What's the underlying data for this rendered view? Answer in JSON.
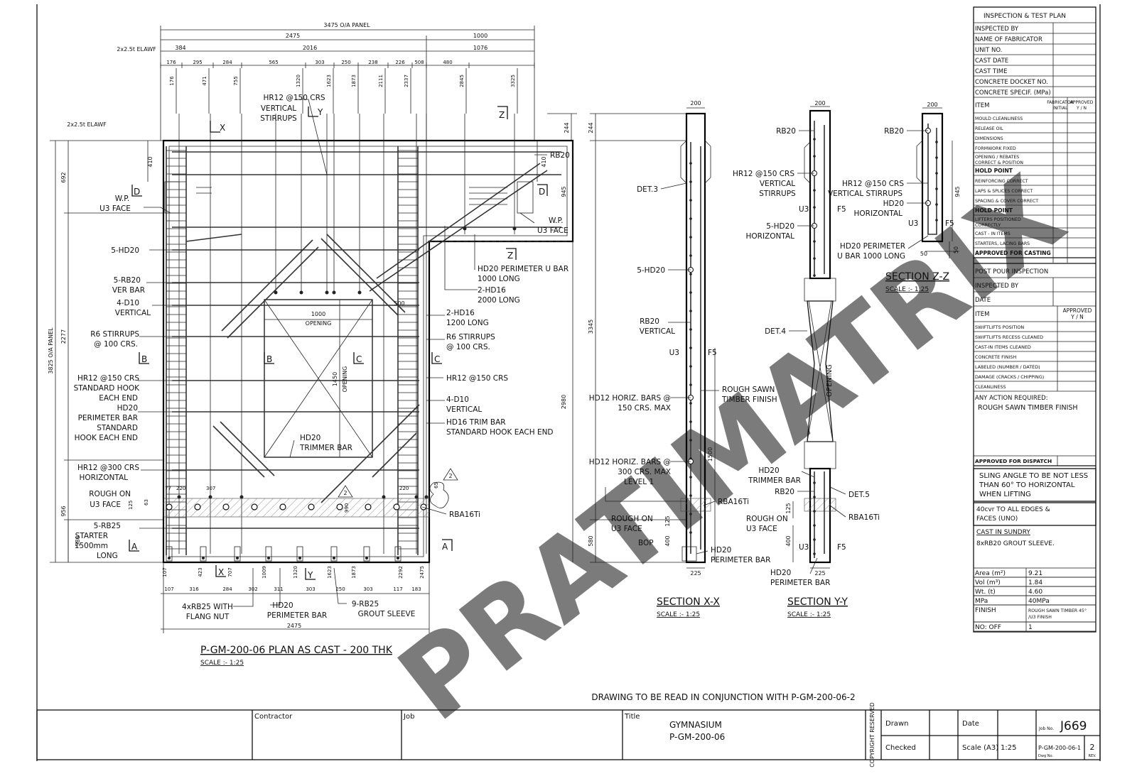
{
  "watermark": "PRATIMATRIX",
  "plan": {
    "title": "P-GM-200-06 PLAN AS CAST - 200 THK",
    "scale": "SCALE :- 1:25",
    "dims_top": {
      "overall": "3475 O/A PANEL",
      "d2475": "2475",
      "d1000": "1000",
      "elawf": "2x2.5t ELAWF",
      "d384": "384",
      "d2016": "2016",
      "d1076": "1076",
      "row": [
        "176",
        "295",
        "284",
        "565",
        "303",
        "250",
        "238",
        "226",
        "508",
        "480"
      ],
      "vert": [
        "176",
        "471",
        "755",
        "1320",
        "1623",
        "1873",
        "2111",
        "2337",
        "2845",
        "3325"
      ]
    },
    "dims_left": {
      "elawf": "2x2.5t ELAWF",
      "d692": "692",
      "d2277": "2277",
      "overall": "3825 O/A PANEL",
      "d956": "956",
      "d580": "580",
      "d410": "410"
    },
    "dims_right": {
      "d244": "244",
      "d410": "410",
      "d945": "945",
      "d2980": "2980"
    },
    "dims_bottom": {
      "vert": [
        "107",
        "423",
        "707",
        "1009",
        "1320",
        "1623",
        "1873",
        "2292",
        "2475"
      ],
      "row": [
        "107",
        "316",
        "284",
        "302",
        "311",
        "303",
        "250",
        "303",
        "117",
        "183"
      ],
      "d2475": "2475"
    },
    "opening": {
      "width": "1000",
      "label": "OPENING",
      "height": "1450",
      "vlabel": "OPENING",
      "d500": "500"
    },
    "labels_left": [
      "HR12 @150 CRS",
      "VERTICAL",
      "STIRRUPS",
      "W.P.",
      "U3 FACE",
      "5-HD20",
      "5-RB20",
      "VER BAR",
      "4-D10",
      "VERTICAL",
      "R6 STIRRUPS",
      "@ 100 CRS.",
      "HR12 @150 CRS",
      "STANDARD HOOK",
      "EACH END",
      "HD20",
      "PERIMETER BAR",
      "STANDARD",
      "HOOK EACH END",
      "HR12 @300 CRS",
      "HORIZONTAL",
      "ROUGH ON",
      "U3 FACE",
      "5-RB25",
      "STARTER",
      "1500mm",
      "LONG"
    ],
    "labels_right": [
      "RB20",
      "W.P.",
      "U3 FACE",
      "HD20 PERIMETER U BAR",
      "1000 LONG",
      "2-HD16",
      "2000 LONG",
      "2-HD16",
      "1200 LONG",
      "R6 STIRRUPS",
      "@ 100 CRS.",
      "HR12 @150 CRS",
      "4-D10",
      "VERTICAL",
      "HD16 TRIM BAR",
      "STANDARD HOOK EACH END",
      "RBA16Ti"
    ],
    "labels_inner": [
      "HD20",
      "TRIMMER BAR"
    ],
    "labels_bottom": [
      "4xRB25 WITH",
      "FLANG NUT",
      "HD20",
      "PERIMETER BAR",
      "9-RB25",
      "GROUT SLEEVE"
    ],
    "section_marks": {
      "X": "X",
      "Y": "Y",
      "Z": "Z",
      "D": "D",
      "B": "B",
      "C": "C",
      "A": "A"
    },
    "rev_tag": "2",
    "misc_dims": [
      "77",
      "220",
      "307",
      "125",
      "63",
      "220",
      "65",
      "990"
    ]
  },
  "sec_xx": {
    "title": "SECTION X-X",
    "scale": "SCALE :- 1:25",
    "labels": [
      "DET.3",
      "5-HD20",
      "RB20",
      "VERTICAL",
      "U3",
      "F5",
      "ROUGH SAWN",
      "TIMBER FINISH",
      "HD12 HORIZ. BARS @",
      "150 CRS. MAX",
      "HD12 HORIZ. BARS @",
      "300 CRS. MAX",
      "LEVEL 1",
      "RBA16Ti",
      "ROUGH ON",
      "U3 FACE",
      "BOP",
      "HD20",
      "PERIMETER BAR"
    ],
    "dims": [
      "200",
      "244",
      "3345",
      "580",
      "1500",
      "125",
      "400",
      "225"
    ]
  },
  "sec_yy": {
    "title": "SECTION Y-Y",
    "scale": "SCALE :- 1:25",
    "labels": [
      "RB20",
      "HR12 @150 CRS",
      "VERTICAL",
      "STIRRUPS",
      "U3",
      "F5",
      "5-HD20",
      "HORIZONTAL",
      "DET.4",
      "OPENING",
      "HD20",
      "TRIMMER BAR",
      "RB20",
      "DET.5",
      "RBA16Ti",
      "ROUGH ON",
      "U3 FACE",
      "U3",
      "F5",
      "HD20",
      "PERIMETER BAR"
    ],
    "dims": [
      "200",
      "125",
      "400",
      "225"
    ]
  },
  "sec_zz": {
    "title": "SECTION Z-Z",
    "scale": "SCALE :- 1:25",
    "labels": [
      "RB20",
      "HR12 @150 CRS",
      "VERTICAL STIRRUPS",
      "HD20",
      "HORIZONTAL",
      "U3",
      "F5",
      "HD20 PERIMETER",
      "U BAR 1000 LONG"
    ],
    "dims": [
      "200",
      "945",
      "50",
      "50"
    ]
  },
  "itp": {
    "title": "INSPECTION & TEST PLAN",
    "header_rows": [
      "INSPECTED BY",
      "NAME OF FABRICATOR",
      "UNIT NO.",
      "CAST DATE",
      "CAST TIME",
      "CONCRETE DOCKET NO.",
      "CONCRETE SPECIF. (MPa)"
    ],
    "item_label": "ITEM",
    "fab_label": "FABRICATOR INITIAL",
    "appr_label": "APPROVED Y / N",
    "items": [
      {
        "t": "MOULD CLEANLINESS",
        "b": false
      },
      {
        "t": "RELEASE OIL",
        "b": false
      },
      {
        "t": "DIMENSIONS",
        "b": false
      },
      {
        "t": "FORMWORK FIXED",
        "b": false
      },
      {
        "t": "OPENING / REBATES CORRECT & POSITION",
        "b": false
      },
      {
        "t": "HOLD POINT",
        "b": true
      },
      {
        "t": "REINFORCING CORRECT",
        "b": false
      },
      {
        "t": "LAPS & SPLICES CORRECT",
        "b": false
      },
      {
        "t": "SPACING & COVER CORRECT",
        "b": false
      },
      {
        "t": "HOLD POINT",
        "b": true
      },
      {
        "t": "LIFTERS POSITIONED CORRECTLY",
        "b": false
      },
      {
        "t": "CAST - IN ITEMS",
        "b": false
      },
      {
        "t": "STARTERS, LACING BARS",
        "b": false
      },
      {
        "t": "APPROVED FOR CASTING",
        "b": true
      }
    ],
    "post_title": "POST POUR INSPECTION",
    "post_rows": [
      "INSPECTED BY",
      "DATE"
    ],
    "post_item_label": "ITEM",
    "post_appr_label": "APPROVED Y / N",
    "post_items": [
      "SWIFTLIFTS POSITION",
      "SWIFTLIFTS RECESS CLEANED",
      "CAST-IN ITEMS CLEANED",
      "CONCRETE FINISH",
      "LABELED (NUMBER / DATED)",
      "DAMAGE (CRACKS / CHIPPING)",
      "CLEANLINESS"
    ],
    "action_label": "ANY ACTION REQUIRED:",
    "action_value": "ROUGH SAWN TIMBER FINISH",
    "dispatch": "APPROVED FOR DISPATCH"
  },
  "notes": {
    "sling": [
      "SLING ANGLE TO BE NOT LESS",
      "THAN 60° TO HORIZONTAL",
      "WHEN LIFTING"
    ],
    "cover": [
      "40cvr TO ALL EDGES &",
      "FACES (UNO)"
    ],
    "sundry_title": "CAST IN SUNDRY",
    "sundry": "8xRB20 GROUT SLEEVE."
  },
  "props": [
    {
      "k": "Area (m²)",
      "v": "9.21"
    },
    {
      "k": "Vol (m³)",
      "v": "1.84"
    },
    {
      "k": "Wt. (t)",
      "v": "4.60"
    },
    {
      "k": "MPa",
      "v": "40MPa"
    },
    {
      "k": "FINISH",
      "v": "ROUGH SAWN TIMBER 45° /U3 FINISH"
    },
    {
      "k": "NO: OFF",
      "v": "1"
    }
  ],
  "conjunction": "DRAWING TO BE READ IN CONJUNCTION WITH P-GM-200-06-2",
  "title_block": {
    "contractor": "Contractor",
    "job": "Job",
    "title_label": "Title",
    "title_1": "GYMNASIUM",
    "title_2": "P-GM-200-06",
    "copyright": "COPYRIGHT RESERVED",
    "drawn": "Drawn",
    "checked": "Checked",
    "date": "Date",
    "scale_label": "Scale (A3)",
    "scale_value": "1:25",
    "job_no_label": "Job No.",
    "job_no": "J669",
    "dwg_no": "P-GM-200-06-1",
    "dwg_no_label": "Dwg No.",
    "rev": "2",
    "rev_label": "REV."
  }
}
